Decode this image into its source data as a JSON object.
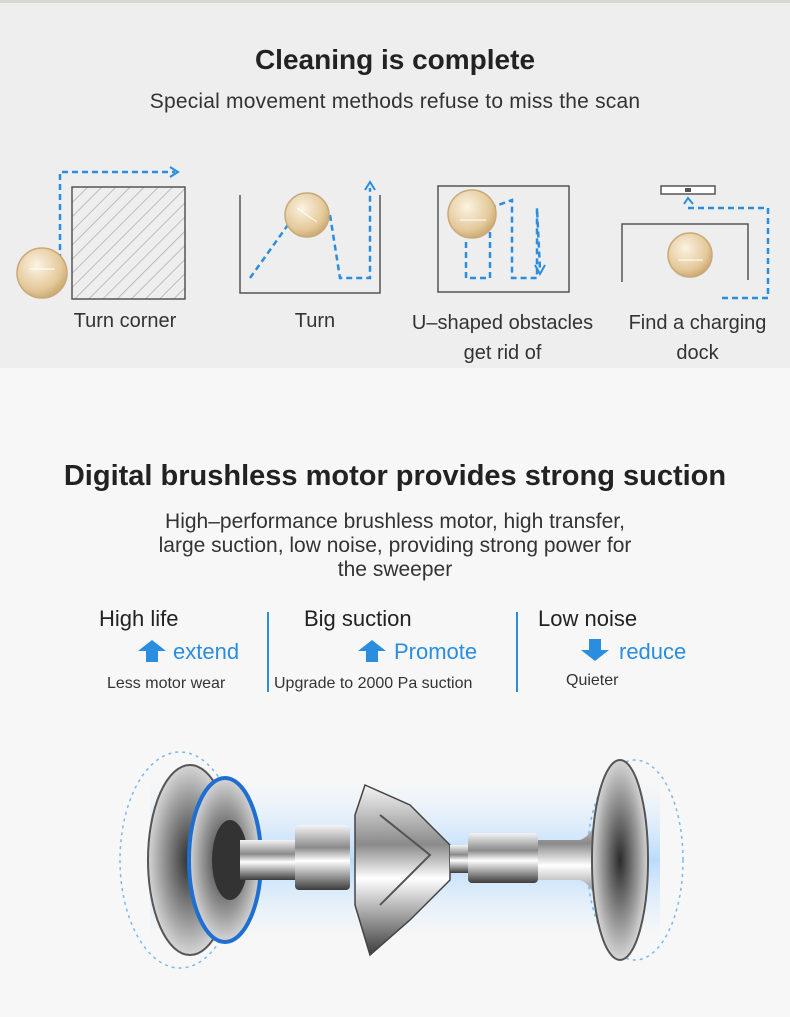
{
  "section1": {
    "title": "Cleaning is complete",
    "subtitle": "Special movement methods refuse to miss the scan",
    "modes": [
      {
        "label": "Turn corner",
        "icon": "turn-corner-path-icon"
      },
      {
        "label": "Turn",
        "icon": "turn-path-icon"
      },
      {
        "label_line1": "U–shaped obstacles",
        "label_line2": "get rid of",
        "icon": "u-shaped-path-icon"
      },
      {
        "label_line1": "Find a charging",
        "label_line2": "dock",
        "icon": "charging-dock-path-icon"
      }
    ]
  },
  "section2": {
    "title": "Digital brushless motor provides strong suction",
    "subtitle_line1": "High–performance brushless motor, high transfer,",
    "subtitle_line2": "large suction, low noise, providing strong power for",
    "subtitle_line3": "the sweeper",
    "features": [
      {
        "name": "High life",
        "trend": "extend",
        "trend_icon": "up-arrow-icon",
        "desc": "Less motor wear"
      },
      {
        "name": "Big suction",
        "trend": "Promote",
        "trend_icon": "up-arrow-icon",
        "desc": "Upgrade to 2000 Pa suction"
      },
      {
        "name": "Low noise",
        "trend": "reduce",
        "trend_icon": "down-arrow-icon",
        "desc": "Quieter"
      }
    ],
    "image": "brushless-motor-exploded-icon"
  },
  "colors": {
    "accent": "#2a8de0",
    "robot": "#e6cfa4",
    "background_top": "#eeeeee",
    "background_bottom": "#f7f7f7"
  }
}
